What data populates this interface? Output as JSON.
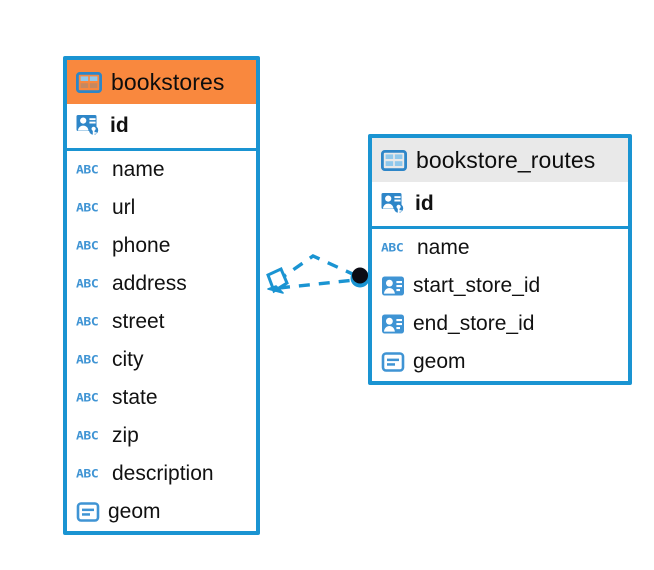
{
  "diagram": {
    "type": "entity-relationship-diagram",
    "background": "#ffffff",
    "accent": "#1a94d2",
    "highlight": "#f9883e",
    "header_gray": "#e9e9e9",
    "entities": [
      {
        "name": "bookstores",
        "header_style": "orange",
        "table_icon": "table-icon",
        "fields": [
          {
            "name": "id",
            "type_icon": "primary-key-icon",
            "kind": "pk"
          },
          {
            "name": "name",
            "type_icon": "text-abc-icon",
            "kind": "text",
            "abc": "ABC"
          },
          {
            "name": "url",
            "type_icon": "text-abc-icon",
            "kind": "text",
            "abc": "ABC"
          },
          {
            "name": "phone",
            "type_icon": "text-abc-icon",
            "kind": "text",
            "abc": "ABC"
          },
          {
            "name": "address",
            "type_icon": "text-abc-icon",
            "kind": "text",
            "abc": "ABC"
          },
          {
            "name": "street",
            "type_icon": "text-abc-icon",
            "kind": "text",
            "abc": "ABC"
          },
          {
            "name": "city",
            "type_icon": "text-abc-icon",
            "kind": "text",
            "abc": "ABC"
          },
          {
            "name": "state",
            "type_icon": "text-abc-icon",
            "kind": "text",
            "abc": "ABC"
          },
          {
            "name": "zip",
            "type_icon": "text-abc-icon",
            "kind": "text",
            "abc": "ABC"
          },
          {
            "name": "description",
            "type_icon": "text-abc-icon",
            "kind": "text",
            "abc": "ABC"
          },
          {
            "name": "geom",
            "type_icon": "geometry-icon",
            "kind": "geometry"
          }
        ]
      },
      {
        "name": "bookstore_routes",
        "header_style": "gray",
        "table_icon": "table-icon",
        "fields": [
          {
            "name": "id",
            "type_icon": "primary-key-icon",
            "kind": "pk"
          },
          {
            "name": "name",
            "type_icon": "text-abc-icon",
            "kind": "text",
            "abc": "ABC"
          },
          {
            "name": "start_store_id",
            "type_icon": "foreign-key-icon",
            "kind": "fk"
          },
          {
            "name": "end_store_id",
            "type_icon": "foreign-key-icon",
            "kind": "fk"
          },
          {
            "name": "geom",
            "type_icon": "geometry-icon",
            "kind": "geometry"
          }
        ]
      }
    ],
    "relationship": {
      "from_entity": "bookstores",
      "to_entity": "bookstore_routes",
      "line_style": "dashed",
      "line_color": "#1a94d2",
      "source_marker": "diamond-marker",
      "target_marker": "filled-circle-marker"
    }
  }
}
